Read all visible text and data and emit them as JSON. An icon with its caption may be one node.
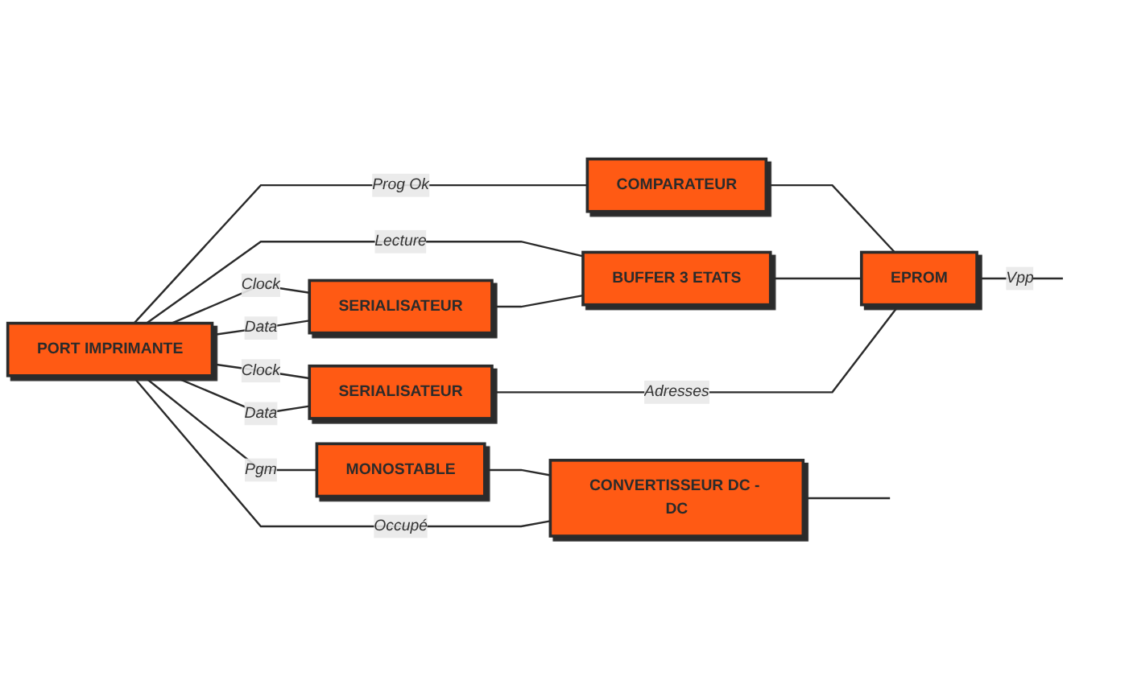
{
  "diagram": {
    "nodes": [
      {
        "text": [
          "PORT IMPRIMANTE"
        ]
      },
      {
        "text": [
          "COMPARATEUR"
        ]
      },
      {
        "text": [
          "SERIALISATEUR"
        ]
      },
      {
        "text": [
          "BUFFER 3 ETATS"
        ]
      },
      {
        "text": [
          "EPROM"
        ]
      },
      {
        "text": [
          "SERIALISATEUR"
        ]
      },
      {
        "text": [
          "MONOSTABLE"
        ]
      },
      {
        "text": [
          "CONVERTISSEUR DC - DC"
        ]
      }
    ],
    "edges": [
      {
        "from": 0,
        "to": 1,
        "arrow": "none",
        "label": "Prog Ok"
      },
      {
        "from": 0,
        "to": 2,
        "arrow": "none",
        "label": "Clock"
      },
      {
        "from": 0,
        "to": 2,
        "arrow": "none",
        "label": "Data"
      },
      {
        "from": 0,
        "to": 3,
        "arrow": "none",
        "label": "Lecture"
      },
      {
        "from": 1,
        "to": 4,
        "arrow": "none"
      },
      {
        "from": 2,
        "to": 3,
        "arrow": "none"
      },
      {
        "from": 3,
        "to": 4,
        "arrow": "none"
      },
      {
        "from": 0,
        "to": 5,
        "arrow": "none",
        "label": "Clock"
      },
      {
        "from": 0,
        "to": 5,
        "arrow": "none",
        "label": "Data"
      },
      {
        "from": 5,
        "to": 4,
        "arrow": "none",
        "label": "Adresses"
      },
      {
        "from": 0,
        "to": 6,
        "arrow": "none",
        "label": "Pgm"
      },
      {
        "from": 6,
        "to": 7,
        "arrow": "none"
      },
      {
        "from": 0,
        "to": 7,
        "arrow": "none",
        "label": "Occupé"
      },
      {
        "from": 4,
        "to": null,
        "arrow": "none",
        "label": "Vpp"
      },
      {
        "from": 7,
        "to": null,
        "arrow": "none"
      }
    ]
  }
}
